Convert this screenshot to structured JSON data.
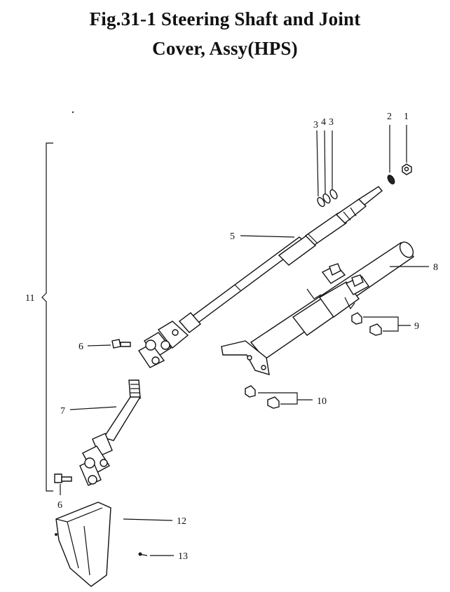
{
  "title": {
    "line1": "Fig.31-1    Steering Shaft and Joint",
    "line2": "Cover, Assy(HPS)"
  },
  "callouts": [
    {
      "id": "1",
      "label": "1"
    },
    {
      "id": "2",
      "label": "2"
    },
    {
      "id": "3a",
      "label": "3"
    },
    {
      "id": "4",
      "label": "4"
    },
    {
      "id": "3b",
      "label": "3"
    },
    {
      "id": "5",
      "label": "5"
    },
    {
      "id": "6a",
      "label": "6"
    },
    {
      "id": "6b",
      "label": "6"
    },
    {
      "id": "7",
      "label": "7"
    },
    {
      "id": "8",
      "label": "8"
    },
    {
      "id": "9",
      "label": "9"
    },
    {
      "id": "10",
      "label": "10"
    },
    {
      "id": "11",
      "label": "11"
    },
    {
      "id": "12",
      "label": "12"
    },
    {
      "id": "13",
      "label": "13"
    }
  ]
}
